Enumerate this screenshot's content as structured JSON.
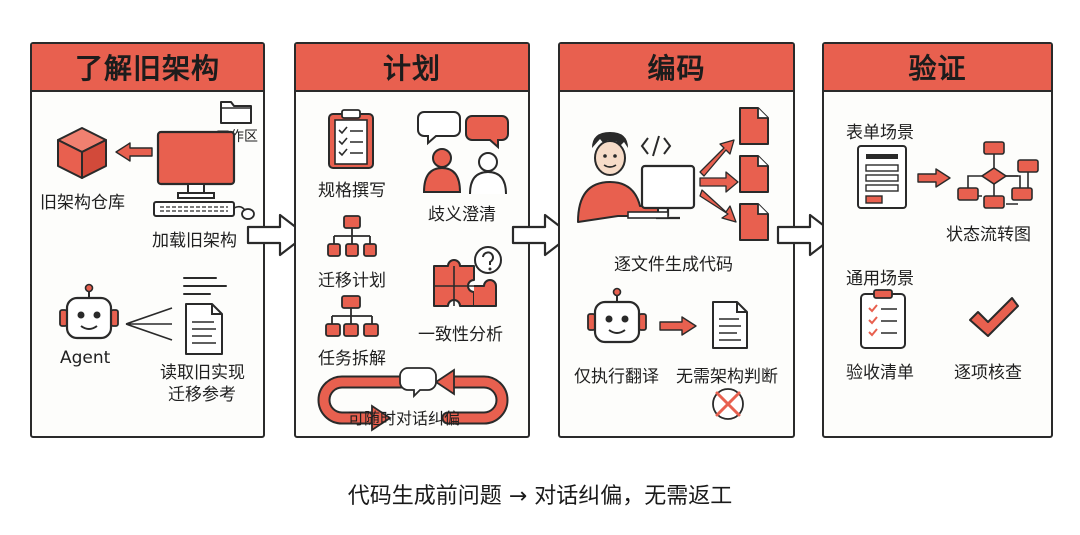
{
  "colors": {
    "accent": "#e8604f",
    "ink": "#2a2a2a",
    "paper": "#fdfdfb"
  },
  "panels": [
    {
      "title": "了解旧架构",
      "labels": {
        "workspace": "工作区",
        "old_repo": "旧架构仓库",
        "load_old": "加载旧架构",
        "agent": "Agent",
        "read_ref_1": "读取旧实现",
        "read_ref_2": "迁移参考"
      }
    },
    {
      "title": "计划",
      "labels": {
        "spec": "规格撰写",
        "clarify": "歧义澄清",
        "migration_plan": "迁移计划",
        "consistency": "一致性分析",
        "task_split": "任务拆解",
        "correct_anytime": "可随时对话纠偏"
      }
    },
    {
      "title": "编码",
      "labels": {
        "per_file": "逐文件生成代码",
        "only_translate": "仅执行翻译",
        "no_arch_judgement": "无需架构判断"
      }
    },
    {
      "title": "验证",
      "labels": {
        "form_scene": "表单场景",
        "state_flow": "状态流转图",
        "general_scene": "通用场景",
        "checklist": "验收清单",
        "item_check": "逐项核查"
      }
    }
  ],
  "caption": "代码生成前问题 → 对话纠偏，无需返工"
}
